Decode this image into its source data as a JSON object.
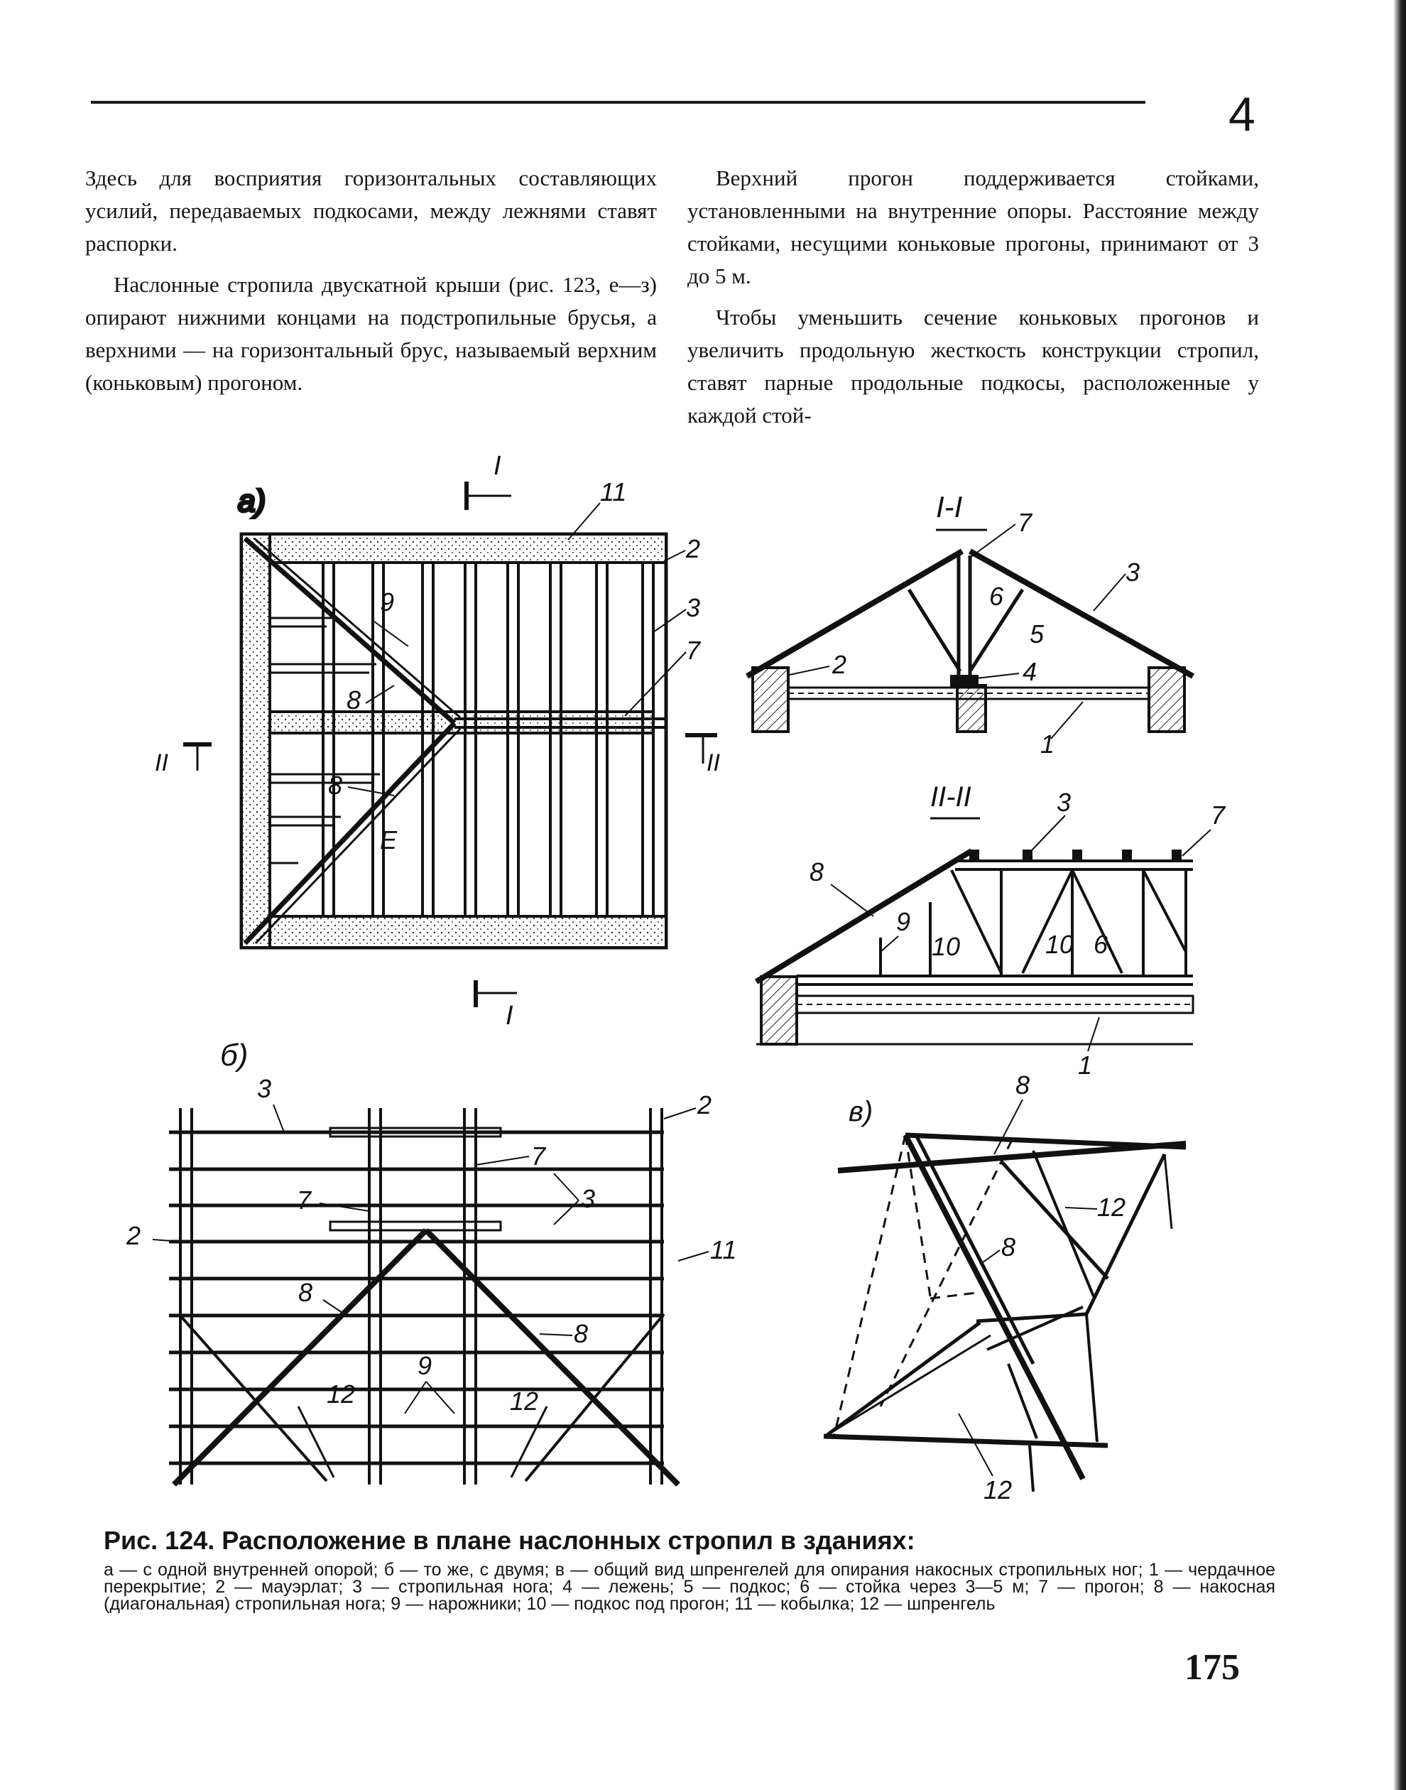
{
  "header": {
    "chapter_number": "4"
  },
  "text": {
    "left_col": [
      "Здесь для восприятия горизонтальных составляющих усилий, передаваемых подкосами, между лежнями ставят распорки.",
      "Наслонные стропила двускатной крыши (рис. 123, е—з) опирают нижними концами на подстропильные брусья, а верхними — на горизонтальный брус, называемый верхним (коньковым) прогоном."
    ],
    "right_col": [
      "Верхний прогон поддерживается стойками, установленными на внутренние опоры. Расстояние между стойками, несущими коньковые прогоны, принимают от 3 до 5 м.",
      "Чтобы уменьшить сечение коньковых прогонов и увеличить продольную жесткость конструкции стропил, ставят парные продольные подкосы, расположенные у каждой стой-"
    ]
  },
  "figure": {
    "panels": {
      "a": "а)",
      "b": "б)",
      "v": "в)"
    },
    "sections": {
      "I": "I",
      "II": "II",
      "I_I": "I-I",
      "II_II": "II-II"
    },
    "numbers": [
      "1",
      "2",
      "3",
      "4",
      "5",
      "6",
      "7",
      "8",
      "9",
      "10",
      "11",
      "12"
    ],
    "letter_e": "Е"
  },
  "caption": {
    "title": "Рис. 124. Расположение в плане наслонных стропил в зданиях:",
    "text": "а — с одной внутренней опорой; б — то же, с двумя; в — общий вид шпренгелей для опирания накосных стропильных ног; 1 — чердачное перекрытие; 2 — мауэрлат; 3 — стропильная нога; 4 — лежень; 5 — подкос; 6 — стойка через 3—5 м; 7 — прогон; 8 — накосная (диагональная) стропильная нога; 9 — нарожники; 10 — подкос под прогон; 11 — кобылка; 12 — шпренгель"
  },
  "footer": {
    "page_number": "175"
  }
}
